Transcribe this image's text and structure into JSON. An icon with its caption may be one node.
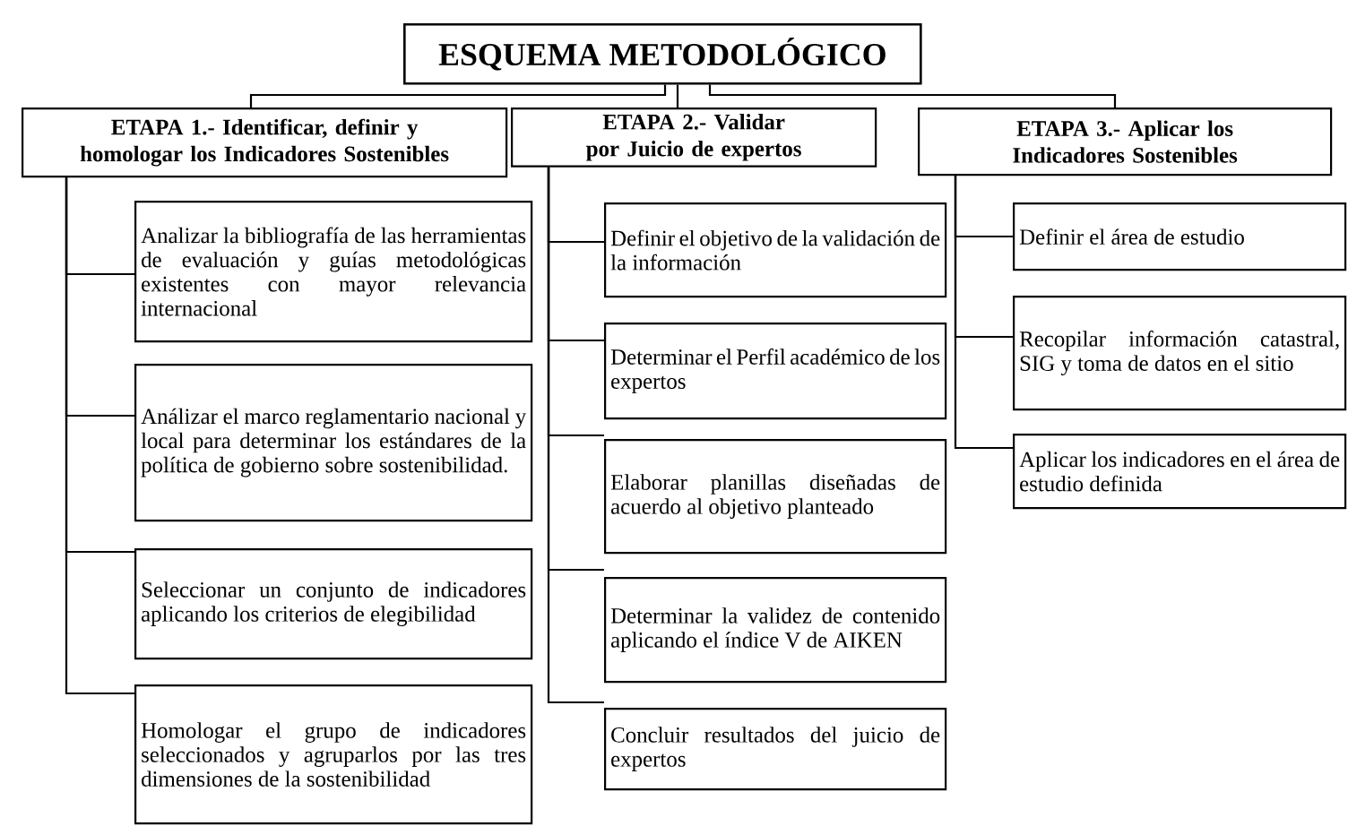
{
  "diagram": {
    "title": "ESQUEMA METODOLÓGICO",
    "nodes": [
      {
        "text": [
          "ETAPA 1.- Identificar, definir y homologar los Indicadores Sostenibles"
        ]
      },
      {
        "text": [
          "ETAPA 2.- Validar por Juicio de expertos"
        ]
      },
      {
        "text": [
          "ETAPA 3.- Aplicar los Indicadores Sostenibles"
        ]
      },
      {
        "text": [
          "Analizar la bibliografía de las herramientas de evaluación y guías metodológicas existentes con mayor relevancia internacional"
        ]
      },
      {
        "text": [
          "Análizar el marco reglamentario nacional y local para determinar los estándares de la política de gobierno sobre sostenibilidad."
        ]
      },
      {
        "text": [
          "Seleccionar un conjunto de indicadores aplicando los criterios de elegibilidad"
        ]
      },
      {
        "text": [
          "Homologar el grupo de indicadores seleccionados y agruparlos por las tres dimensiones de la sostenibilidad"
        ]
      },
      {
        "text": [
          "Definir el objetivo de la validación de la información"
        ]
      },
      {
        "text": [
          "Determinar el Perfil académico de los expertos"
        ]
      },
      {
        "text": [
          "Elaborar planillas diseñadas de acuerdo al objetivo planteado"
        ]
      },
      {
        "text": [
          "Determinar la validez de contenido aplicando el índice V de AIKEN"
        ]
      },
      {
        "text": [
          "Concluir resultados del juicio de expertos"
        ]
      },
      {
        "text": [
          "Definir el área de estudio"
        ]
      },
      {
        "text": [
          "Recopilar información catastral, SIG y toma de datos en el sitio"
        ]
      },
      {
        "text": [
          "Aplicar los indicadores en el área de estudio definida"
        ]
      }
    ],
    "edges": [
      {
        "from": 0,
        "to": 3,
        "arrow": "none"
      },
      {
        "from": 0,
        "to": 4,
        "arrow": "none"
      },
      {
        "from": 0,
        "to": 5,
        "arrow": "none"
      },
      {
        "from": 0,
        "to": 6,
        "arrow": "none"
      },
      {
        "from": 1,
        "to": 7,
        "arrow": "none"
      },
      {
        "from": 1,
        "to": 8,
        "arrow": "none"
      },
      {
        "from": 1,
        "to": 9,
        "arrow": "none"
      },
      {
        "from": 1,
        "to": 10,
        "arrow": "none"
      },
      {
        "from": 1,
        "to": 11,
        "arrow": "none"
      },
      {
        "from": 2,
        "to": 12,
        "arrow": "none"
      },
      {
        "from": 2,
        "to": 13,
        "arrow": "none"
      },
      {
        "from": 2,
        "to": 14,
        "arrow": "none"
      }
    ]
  }
}
